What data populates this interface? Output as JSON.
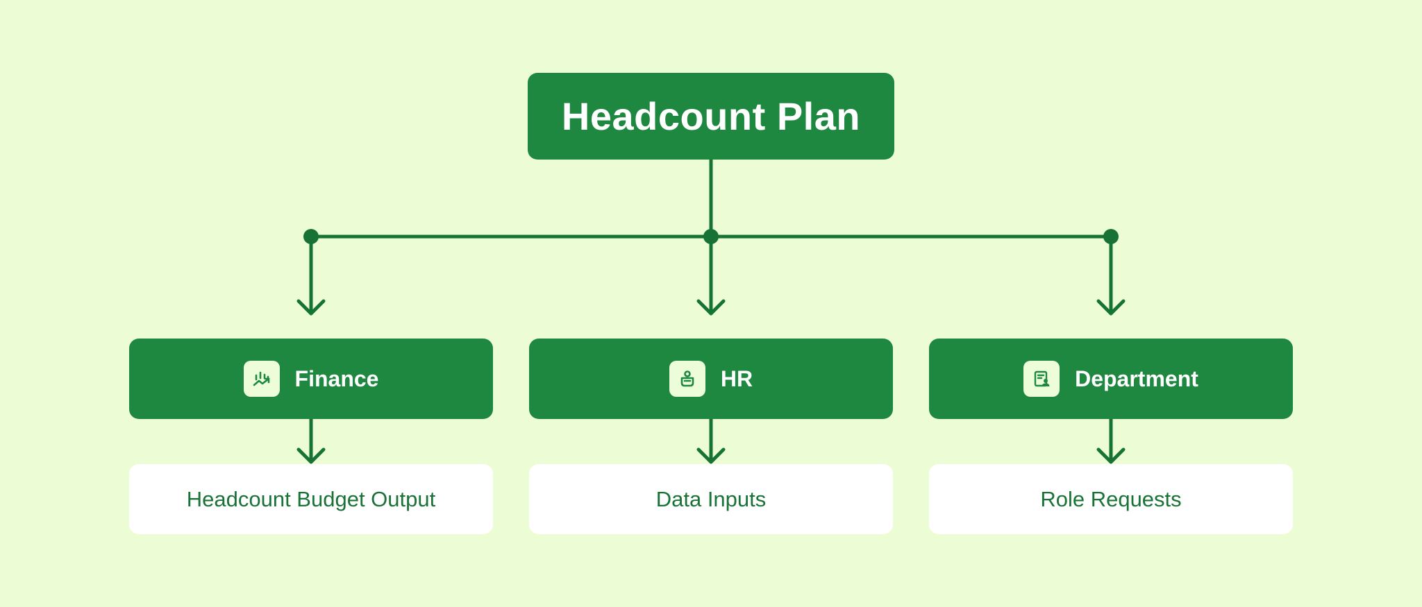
{
  "root": {
    "title": "Headcount Plan"
  },
  "departments": [
    {
      "label": "Finance",
      "icon": "finance-chart-icon",
      "output": "Headcount Budget Output"
    },
    {
      "label": "HR",
      "icon": "person-badge-icon",
      "output": "Data Inputs"
    },
    {
      "label": "Department",
      "icon": "document-person-icon",
      "output": "Role Requests"
    }
  ],
  "colors": {
    "background": "#ecfdd6",
    "primary": "#1f8840",
    "line": "#177235",
    "output_box": "#ffffff",
    "output_text": "#1a7236"
  }
}
